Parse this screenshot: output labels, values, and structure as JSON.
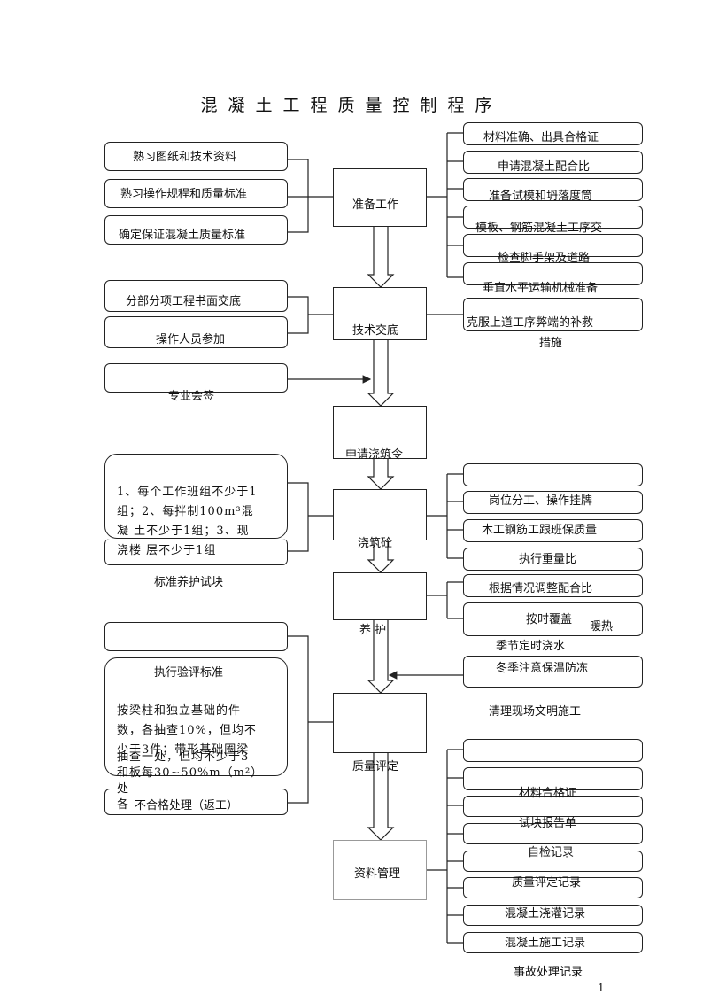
{
  "title": "混凝土工程质量控制程序",
  "page_number": "1",
  "stages": {
    "prep": "准备工作",
    "tech": "技术交底",
    "apply": "申请浇筑令",
    "pour": "浇筑砼",
    "cure": "养  护",
    "eval": "质量评定",
    "docs": "资料管理"
  },
  "left": {
    "prep": [
      "熟习图纸和技术资料",
      "熟习操作规程和质量标准",
      "确定保证混凝土质量标准"
    ],
    "tech": [
      "分部分项工程书面交底",
      "操作人员参加"
    ],
    "sign": "专业会签",
    "pour_text": [
      "1、每个工作班组不少于1",
      "组；2、每拌制100m³混",
      "凝 土不少于1组；3、现",
      "浇楼 层不少于1组"
    ],
    "pour_caption": "标准养护试块",
    "eval_title": "执行验评标准",
    "eval_text": [
      "按梁柱和独立基础的件",
      "数，各抽查10%，但均不",
      "少于3件；带形基础圈梁"
    ],
    "eval_overlap": [
      "抽查一处，但均不少于3",
      "和板每30~50%m（m²）",
      "处",
      "各"
    ],
    "eval_last": "不合格处理（返工）"
  },
  "right": {
    "prep": [
      "材料准确、出具合格证",
      "申请混凝土配合比",
      "准备试模和坍落度筒",
      "模板、钢筋混凝土工序交",
      "检查脚手架及道路",
      "垂直水平运输机械准备"
    ],
    "tech": [
      "克服上道工序弊端的补救",
      "措施"
    ],
    "pour": [
      "岗位分工、操作挂牌",
      "木工钢筋工跟班保质量",
      "执行重量比"
    ],
    "cure": [
      "根据情况调整配合比",
      "按时覆盖",
      "暖热",
      "季节定时浇水",
      "冬季注意保温防冻"
    ],
    "clean": "清理现场文明施工",
    "docs": [
      "材料合格证",
      "试块报告单",
      "自检记录",
      "质量评定记录",
      "混凝土浇灌记录",
      "混凝土施工记录",
      "事故处理记录"
    ]
  }
}
